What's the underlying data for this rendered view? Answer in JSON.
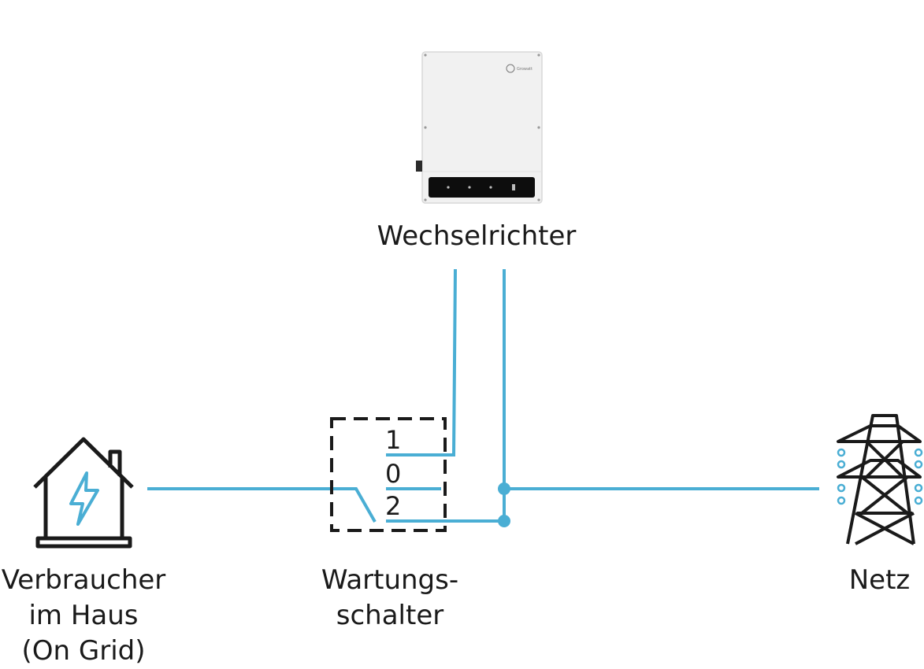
{
  "inverter": {
    "label": "Wechselrichter",
    "brand_text": "Growatt"
  },
  "house": {
    "label_lines": [
      "Verbraucher",
      "im Haus",
      "(On Grid)"
    ]
  },
  "switch": {
    "label_lines": [
      "Wartungs-",
      "schalter"
    ],
    "positions": [
      "1",
      "0",
      "2"
    ]
  },
  "grid": {
    "label": "Netz"
  },
  "colors": {
    "line": "#4aaed4",
    "icon": "#1a1a1a",
    "accent": "#4aaed4"
  }
}
